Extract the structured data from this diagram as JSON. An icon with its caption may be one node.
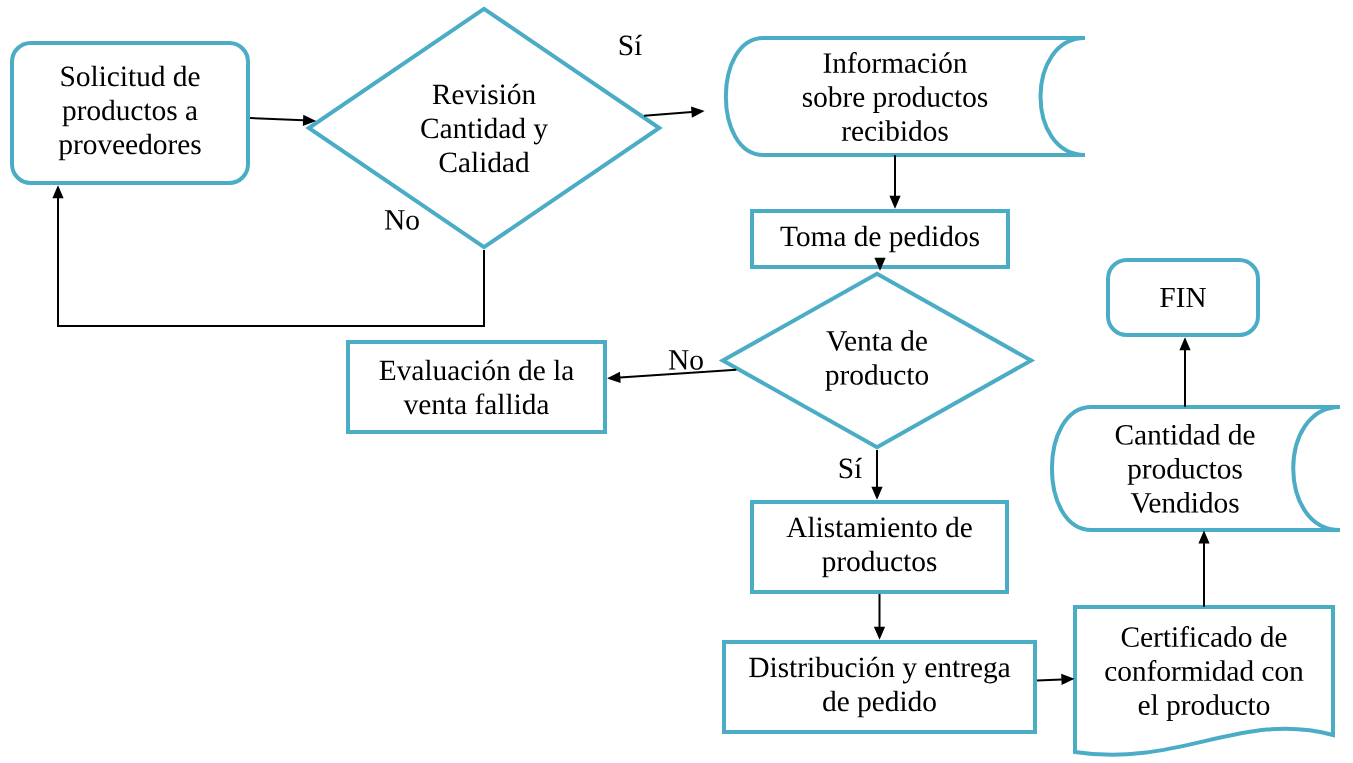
{
  "diagram": {
    "nodes": [
      {
        "text": [
          "Solicitud de productos a proveedores"
        ]
      },
      {
        "text": [
          "Revisión Cantidad y Calidad"
        ]
      },
      {
        "text": [
          "Información sobre productos recibidos"
        ]
      },
      {
        "text": [
          "Toma de pedidos"
        ]
      },
      {
        "text": [
          "Venta de producto"
        ]
      },
      {
        "text": [
          "Evaluación de la venta fallida"
        ]
      },
      {
        "text": [
          "Alistamiento de productos"
        ]
      },
      {
        "text": [
          "Distribución y entrega de pedido"
        ]
      },
      {
        "text": [
          "Certificado de conformidad con el producto"
        ]
      },
      {
        "text": [
          "Cantidad de productos Vendidos"
        ]
      },
      {
        "text": [
          "FIN"
        ]
      }
    ],
    "edges": [
      {
        "from": 0,
        "to": 1,
        "arrow": "to"
      },
      {
        "from": 1,
        "to": 2,
        "arrow": "to",
        "label": "Sí"
      },
      {
        "from": 1,
        "to": 0,
        "arrow": "to",
        "label": "No"
      },
      {
        "from": 2,
        "to": 3,
        "arrow": "to"
      },
      {
        "from": 3,
        "to": 4,
        "arrow": "to"
      },
      {
        "from": 4,
        "to": 5,
        "arrow": "to",
        "label": "No"
      },
      {
        "from": 4,
        "to": 6,
        "arrow": "to",
        "label": "Sí"
      },
      {
        "from": 6,
        "to": 7,
        "arrow": "to"
      },
      {
        "from": 7,
        "to": 8,
        "arrow": "to"
      },
      {
        "from": 8,
        "to": 9,
        "arrow": "to"
      },
      {
        "from": 9,
        "to": 10,
        "arrow": "to"
      }
    ]
  }
}
